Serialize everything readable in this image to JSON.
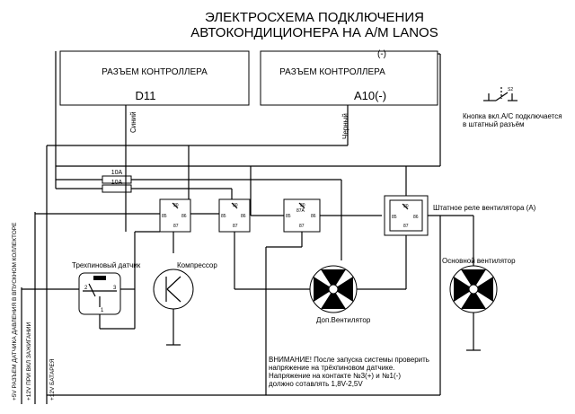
{
  "title": {
    "line1": "ЭЛЕКТРОСХЕМА ПОДКЛЮЧЕНИЯ",
    "line2": "АВТОКОНДИЦИОНЕРА НА А/М LANOS"
  },
  "connectors": [
    {
      "label": "РАЗЪЕМ КОНТРОЛЛЕРА",
      "pin": "D11",
      "wire": "Синий"
    },
    {
      "label": "РАЗЪЕМ КОНТРОЛЛЕРА",
      "pin": "A10(-)",
      "wire": "Черный",
      "top_mark": "(-)"
    }
  ],
  "button": {
    "symbol": "S2",
    "note_line1": "Кнопка вкл.A/C подключается",
    "note_line2": "в штатный разъём"
  },
  "fuses": [
    "10A",
    "10A"
  ],
  "relays": [
    {
      "p30": "30",
      "p85": "85",
      "p86": "86",
      "p87": "87"
    },
    {
      "p30": "30",
      "p85": "85",
      "p86": "86",
      "p87": "87"
    },
    {
      "p30": "30",
      "p85": "85",
      "p86": "86",
      "p87": "87A",
      "p87b": "87"
    },
    {
      "p30": "30",
      "p85": "85",
      "p86": "86",
      "p87": "87"
    }
  ],
  "fan_relay_label": "Штатное реле вентилятора (А)",
  "sensor": {
    "label": "Трехпиновый датчик",
    "pins": [
      "2",
      "3",
      "1"
    ]
  },
  "compressor_label": "Компрессор",
  "aux_fan_label": "Доп.Вентилятор",
  "main_fan_label": "Основной вентилятор",
  "side_labels": {
    "v5": "+5V РАЗЪЕМ ДАТЧИКА ДАВЛЕНИЯ В ВПУСКНОМ КОЛЛЕКТОРЕ",
    "ign": "+12V ПРИ ВКЛ ЗАЖИГАНИИ",
    "bat": "+12V БАТАРЕЯ"
  },
  "warning": {
    "line1": "ВНИМАНИЕ! После запуска системы проверить",
    "line2": "напряжение на трёхпиновом датчике.",
    "line3": "Напряжение на контакте №3(+) и №1(-)",
    "line4": "должно сотавлять 1,8V-2,5V"
  }
}
